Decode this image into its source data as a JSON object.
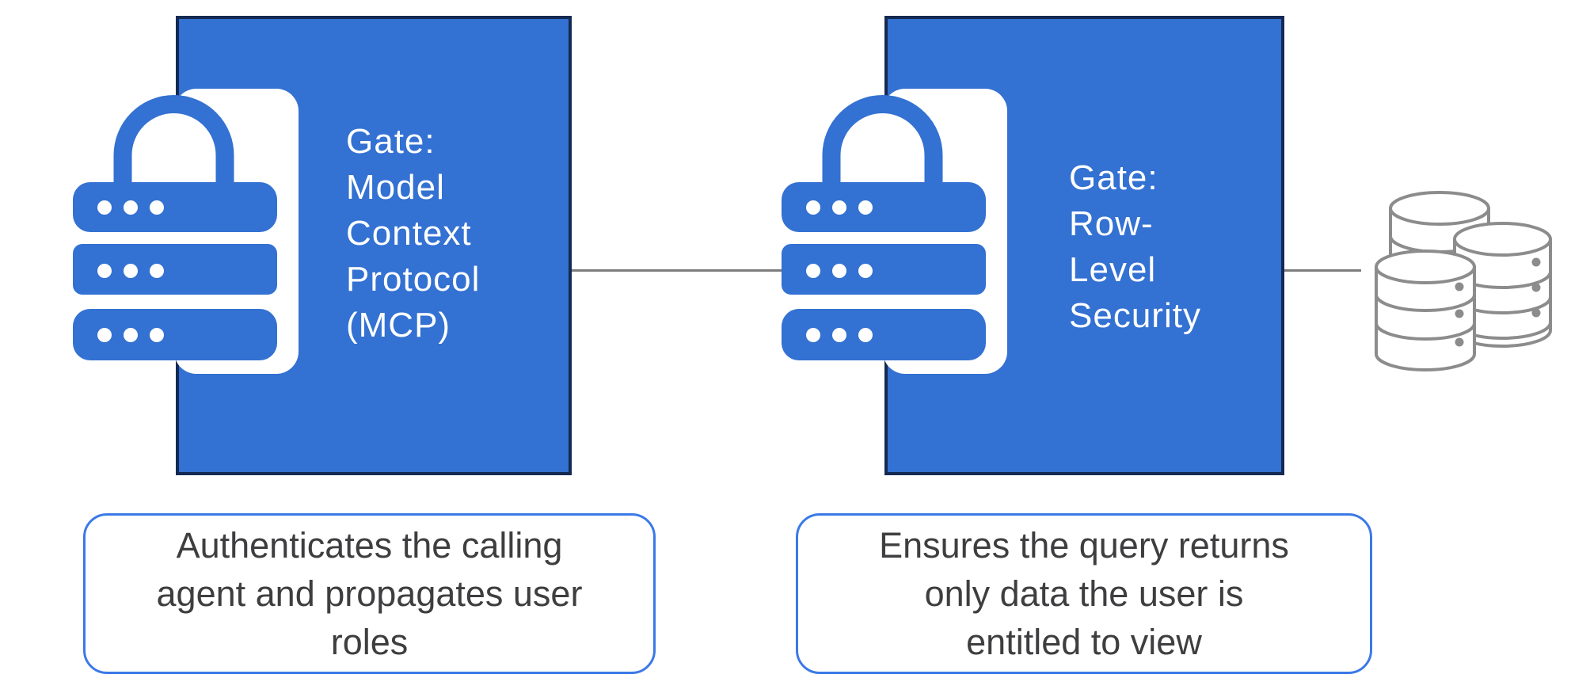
{
  "colors": {
    "box_fill": "#3371D2",
    "box_border": "#152A52",
    "caption_border": "#3B79E8",
    "caption_text": "#3E3E40",
    "connector_gray": "#7D7D7D",
    "database_gray": "#8C8C8C",
    "icon_white": "#FFFFFF"
  },
  "gates": [
    {
      "icon": "lock-server-icon",
      "title_lines": [
        "Gate:",
        "Model",
        "Context",
        "Protocol",
        "(MCP)"
      ],
      "caption_lines": [
        "Authenticates the calling",
        "agent and propagates user",
        "roles"
      ]
    },
    {
      "icon": "lock-server-icon",
      "title_lines": [
        "Gate:",
        "Row-",
        "Level",
        "Security"
      ],
      "caption_lines": [
        "Ensures the query returns",
        "only data the user is",
        "entitled to view"
      ]
    }
  ],
  "database": {
    "icon": "database-stack-icon"
  }
}
